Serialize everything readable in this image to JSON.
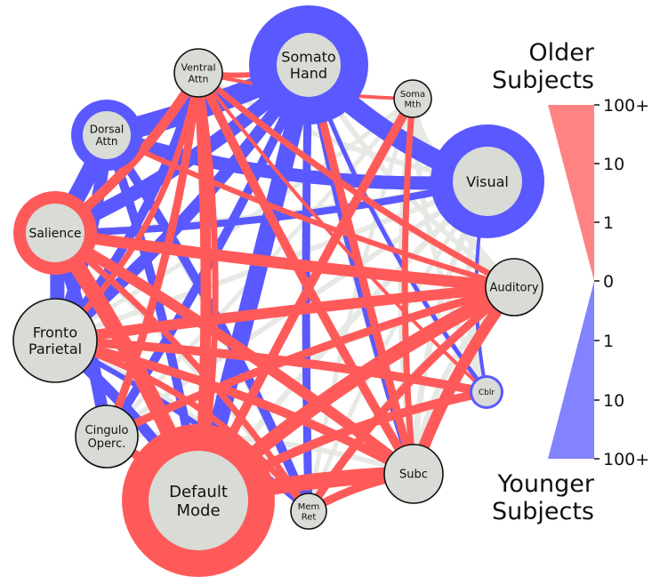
{
  "colors": {
    "older": "#ff5a5a",
    "younger": "#5a58ff",
    "neutral": "#e6e8e4",
    "node_fill": "#d9dbd6",
    "node_stroke": "#111111"
  },
  "nodes": [
    {
      "id": "somato_hand",
      "lines": [
        "Somato",
        "Hand"
      ],
      "ring": "younger"
    },
    {
      "id": "soma_mth",
      "lines": [
        "Soma",
        "Mth"
      ],
      "ring": "none"
    },
    {
      "id": "visual",
      "lines": [
        "Visual"
      ],
      "ring": "younger"
    },
    {
      "id": "auditory",
      "lines": [
        "Auditory"
      ],
      "ring": "none"
    },
    {
      "id": "cblr",
      "lines": [
        "Cblr"
      ],
      "ring": "younger"
    },
    {
      "id": "subc",
      "lines": [
        "Subc"
      ],
      "ring": "none"
    },
    {
      "id": "mem_ret",
      "lines": [
        "Mem",
        "Ret"
      ],
      "ring": "none"
    },
    {
      "id": "default_mode",
      "lines": [
        "Default",
        "Mode"
      ],
      "ring": "older"
    },
    {
      "id": "cingulo_operc",
      "lines": [
        "Cingulo",
        "Operc."
      ],
      "ring": "none"
    },
    {
      "id": "fronto_parietal",
      "lines": [
        "Fronto",
        "Parietal"
      ],
      "ring": "none"
    },
    {
      "id": "salience",
      "lines": [
        "Salience"
      ],
      "ring": "older"
    },
    {
      "id": "dorsal_attn",
      "lines": [
        "Dorsal",
        "Attn"
      ],
      "ring": "younger"
    },
    {
      "id": "ventral_attn",
      "lines": [
        "Ventral",
        "Attn"
      ],
      "ring": "none"
    }
  ],
  "legend": {
    "older_title": [
      "Older",
      "Subjects"
    ],
    "younger_title": [
      "Younger",
      "Subjects"
    ],
    "ticks": [
      "100+",
      "10",
      "1",
      "0",
      "1",
      "10",
      "100+"
    ]
  }
}
